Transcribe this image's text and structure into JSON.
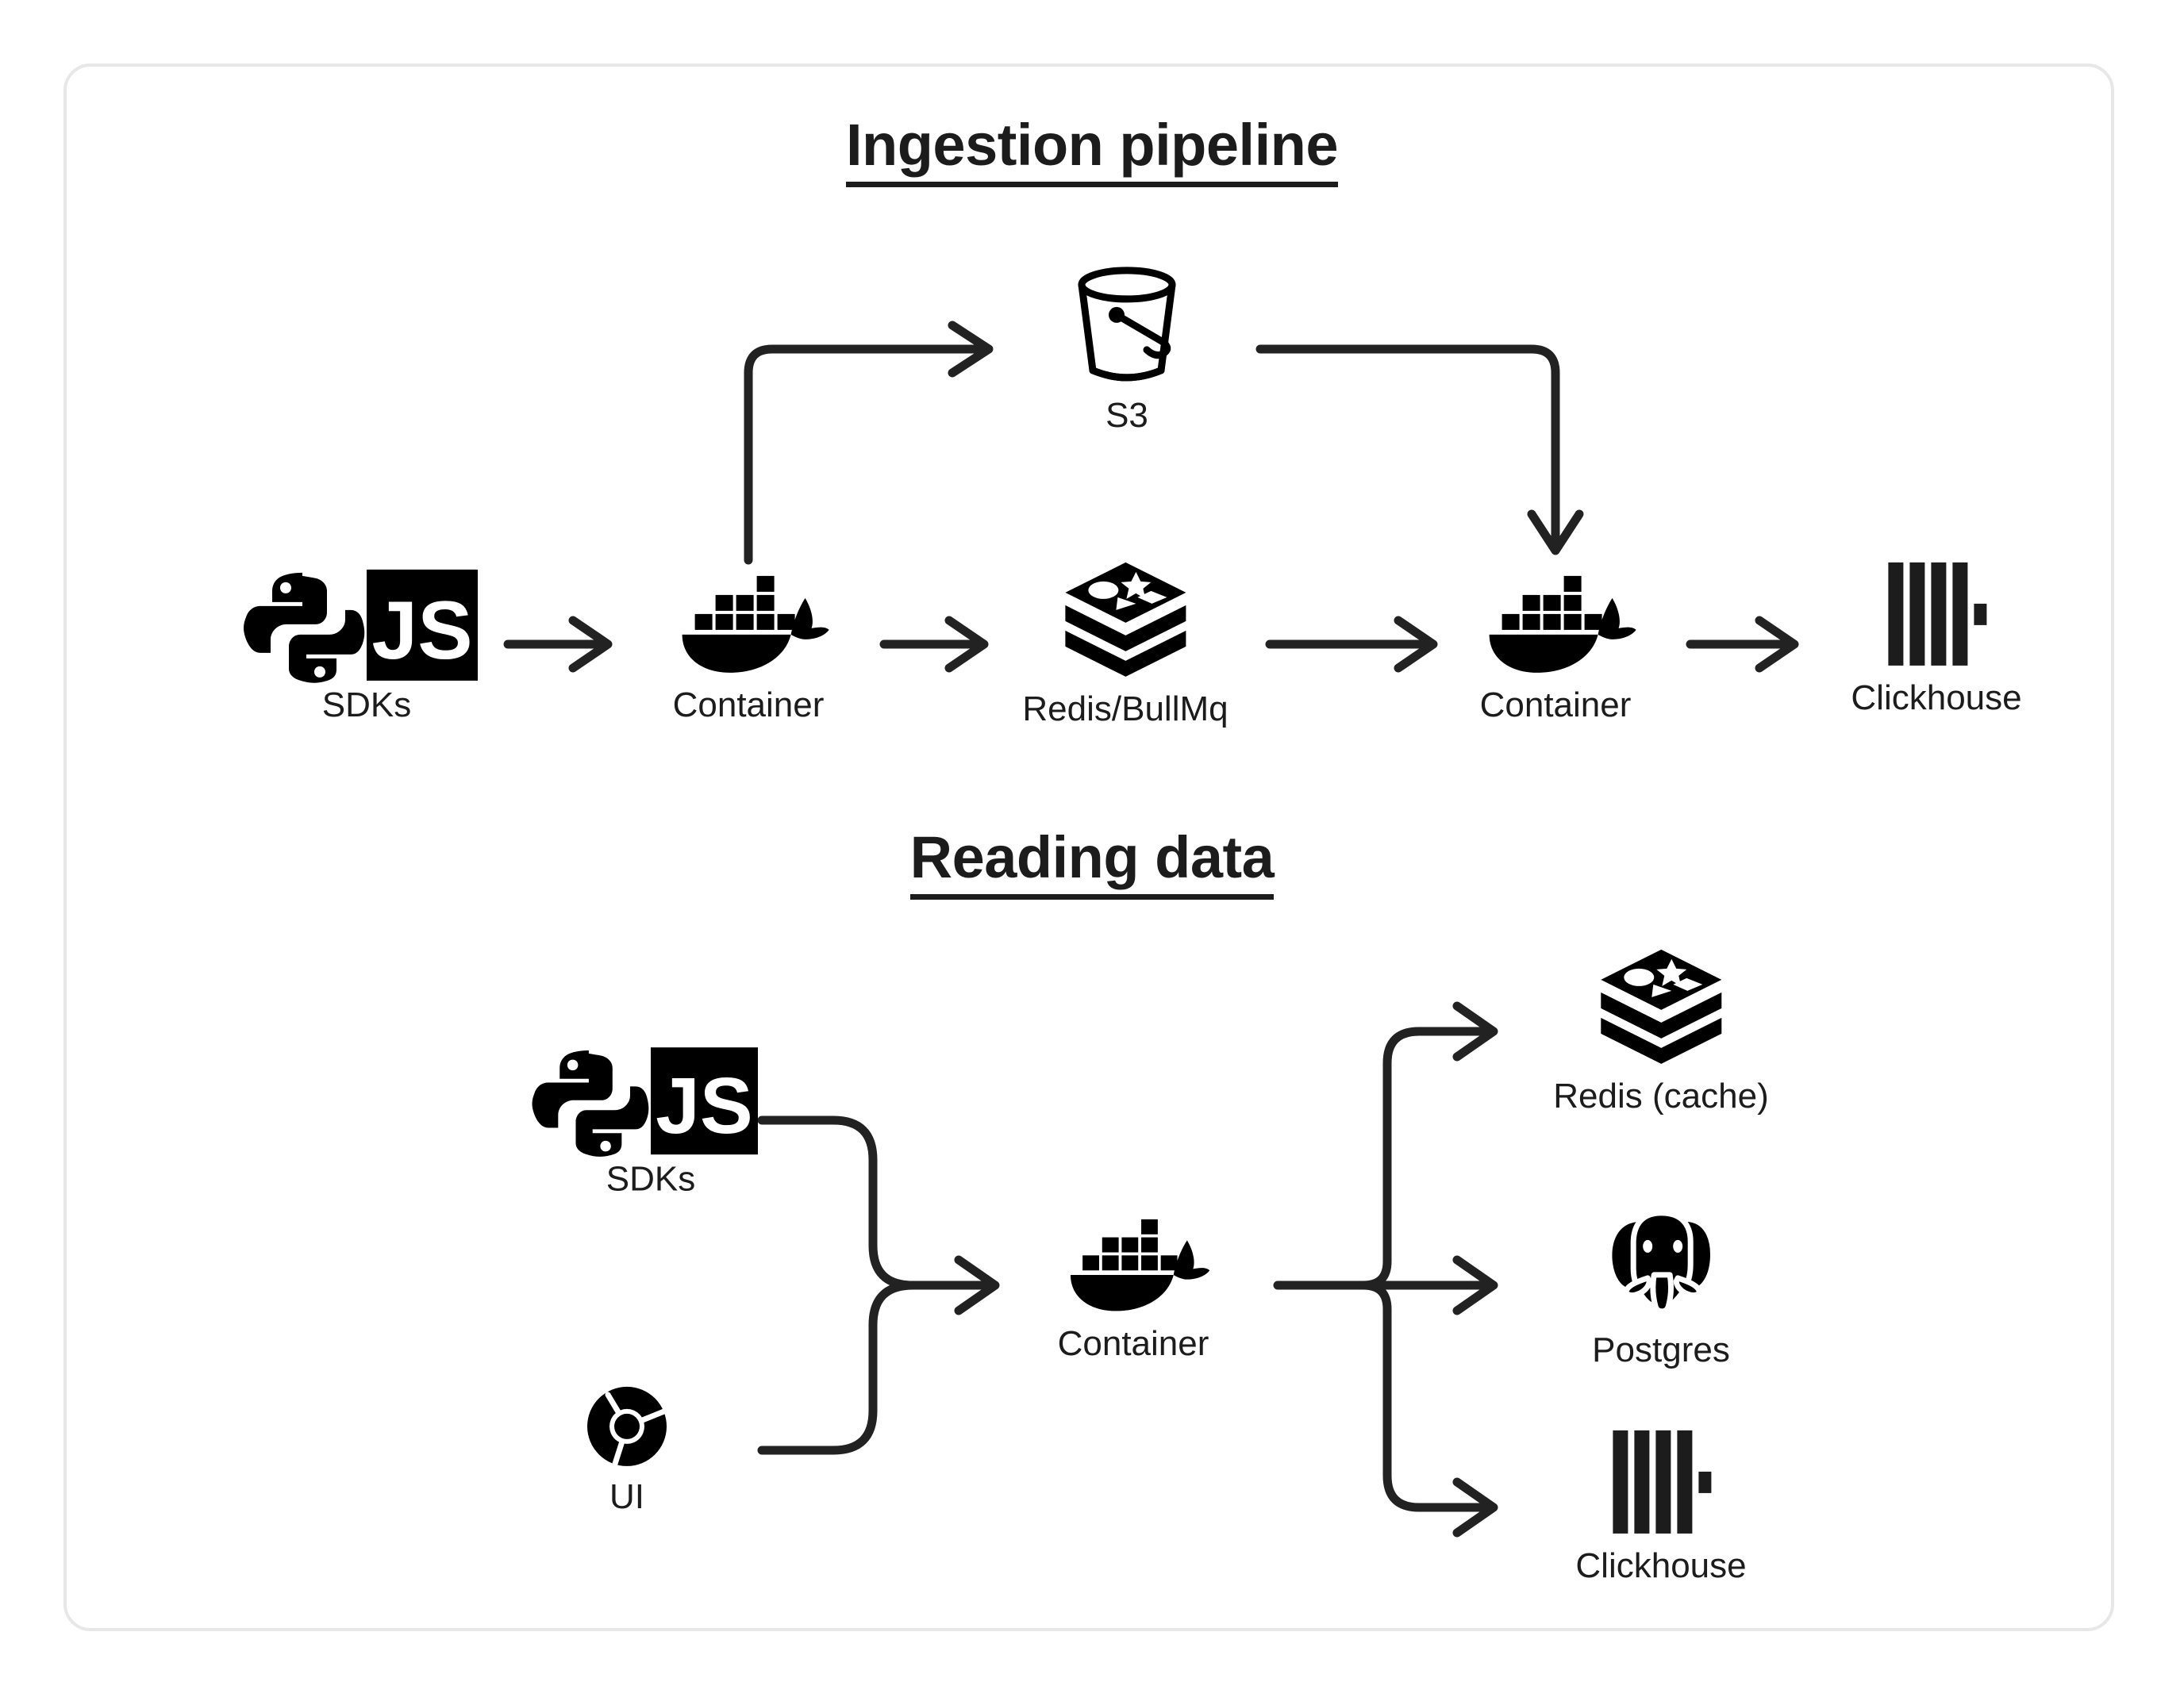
{
  "diagram": {
    "card_border_color": "#e7e7e7",
    "ink_color": "#1c1c1c",
    "background": "#ffffff",
    "sections": [
      {
        "id": "ingestion",
        "title": "Ingestion pipeline",
        "nodes": [
          {
            "id": "sdks-1",
            "label": "SDKs",
            "icon": "python-js-sdk-icon"
          },
          {
            "id": "container-1",
            "label": "Container",
            "icon": "docker-whale-icon"
          },
          {
            "id": "s3",
            "label": "S3",
            "icon": "s3-bucket-icon"
          },
          {
            "id": "redis-bullmq",
            "label": "Redis/BullMq",
            "icon": "redis-stack-icon"
          },
          {
            "id": "container-2",
            "label": "Container",
            "icon": "docker-whale-icon"
          },
          {
            "id": "clickhouse-1",
            "label": "Clickhouse",
            "icon": "clickhouse-bars-icon"
          }
        ],
        "edges": [
          {
            "from": "sdks-1",
            "to": "container-1",
            "style": "straight"
          },
          {
            "from": "container-1",
            "to": "s3",
            "style": "elbow-up-right"
          },
          {
            "from": "container-1",
            "to": "redis-bullmq",
            "style": "straight"
          },
          {
            "from": "s3",
            "to": "container-2",
            "style": "elbow-right-down"
          },
          {
            "from": "redis-bullmq",
            "to": "container-2",
            "style": "straight"
          },
          {
            "from": "container-2",
            "to": "clickhouse-1",
            "style": "straight"
          }
        ]
      },
      {
        "id": "reading",
        "title": "Reading data",
        "nodes": [
          {
            "id": "sdks-2",
            "label": "SDKs",
            "icon": "python-js-sdk-icon"
          },
          {
            "id": "ui",
            "label": "UI",
            "icon": "chrome-icon"
          },
          {
            "id": "container-3",
            "label": "Container",
            "icon": "docker-whale-icon"
          },
          {
            "id": "redis-cache",
            "label": "Redis (cache)",
            "icon": "redis-stack-icon"
          },
          {
            "id": "postgres",
            "label": "Postgres",
            "icon": "postgres-elephant-icon"
          },
          {
            "id": "clickhouse-2",
            "label": "Clickhouse",
            "icon": "clickhouse-bars-icon"
          }
        ],
        "edges": [
          {
            "from": "sdks-2",
            "to": "container-3",
            "style": "merge-in"
          },
          {
            "from": "ui",
            "to": "container-3",
            "style": "merge-in"
          },
          {
            "from": "container-3",
            "to": "redis-cache",
            "style": "fan-out-up"
          },
          {
            "from": "container-3",
            "to": "postgres",
            "style": "fan-out-straight"
          },
          {
            "from": "container-3",
            "to": "clickhouse-2",
            "style": "fan-out-down"
          }
        ]
      }
    ]
  }
}
